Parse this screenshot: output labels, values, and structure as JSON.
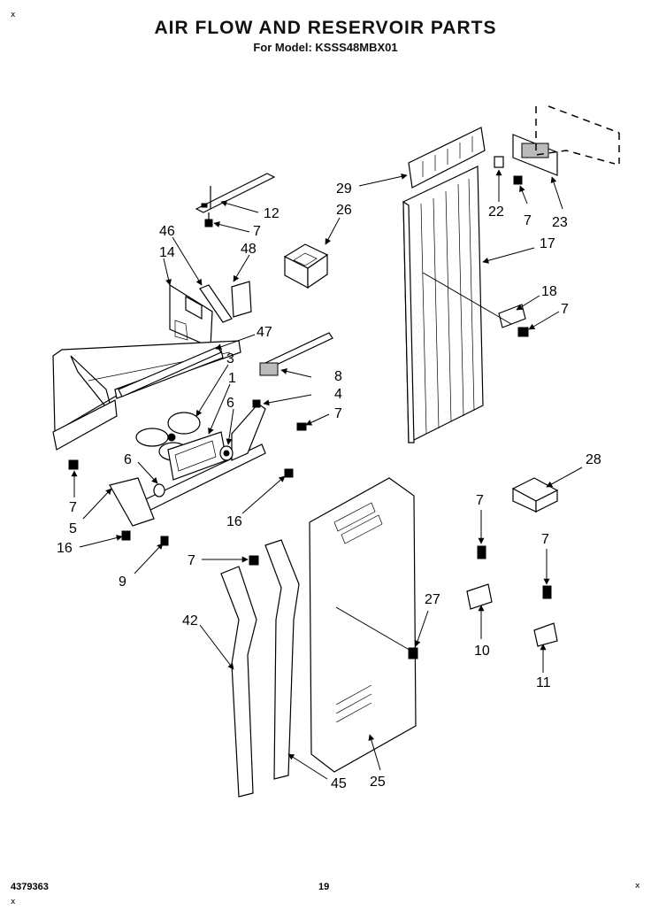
{
  "header": {
    "title": "AIR FLOW AND RESERVOIR PARTS",
    "subtitle": "For Model: KSSS48MBX01"
  },
  "footer": {
    "doc_number": "4379363",
    "page": "19"
  },
  "corner_marks": [
    "x",
    "x",
    "x"
  ],
  "callouts": [
    {
      "id": "c12",
      "label": "12"
    },
    {
      "id": "c7a",
      "label": "7"
    },
    {
      "id": "c26",
      "label": "26"
    },
    {
      "id": "c46",
      "label": "46"
    },
    {
      "id": "c48",
      "label": "48"
    },
    {
      "id": "c14",
      "label": "14"
    },
    {
      "id": "c47",
      "label": "47"
    },
    {
      "id": "c3",
      "label": "3"
    },
    {
      "id": "c1",
      "label": "1"
    },
    {
      "id": "c8",
      "label": "8"
    },
    {
      "id": "c4",
      "label": "4"
    },
    {
      "id": "c6a",
      "label": "6"
    },
    {
      "id": "c7b",
      "label": "7"
    },
    {
      "id": "c6b",
      "label": "6"
    },
    {
      "id": "c7c",
      "label": "7"
    },
    {
      "id": "c5",
      "label": "5"
    },
    {
      "id": "c16a",
      "label": "16"
    },
    {
      "id": "c16b",
      "label": "16"
    },
    {
      "id": "c9",
      "label": "9"
    },
    {
      "id": "c29",
      "label": "29"
    },
    {
      "id": "c22",
      "label": "22"
    },
    {
      "id": "c7d",
      "label": "7"
    },
    {
      "id": "c23",
      "label": "23"
    },
    {
      "id": "c17",
      "label": "17"
    },
    {
      "id": "c18",
      "label": "18"
    },
    {
      "id": "c7e",
      "label": "7"
    },
    {
      "id": "c28",
      "label": "28"
    },
    {
      "id": "c7f",
      "label": "7"
    },
    {
      "id": "c7g",
      "label": "7"
    },
    {
      "id": "c10",
      "label": "10"
    },
    {
      "id": "c11",
      "label": "11"
    },
    {
      "id": "c7h",
      "label": "7"
    },
    {
      "id": "c42",
      "label": "42"
    },
    {
      "id": "c27",
      "label": "27"
    },
    {
      "id": "c45",
      "label": "45"
    },
    {
      "id": "c25",
      "label": "25"
    }
  ]
}
